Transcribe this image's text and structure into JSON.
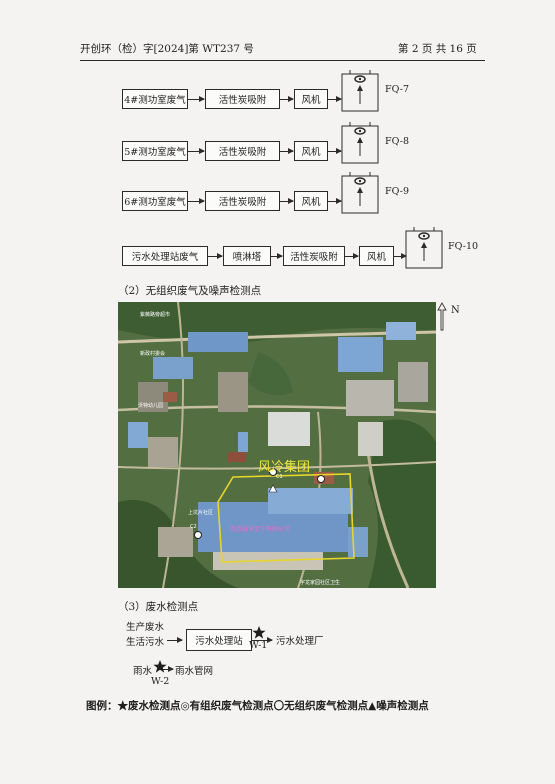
{
  "header": {
    "left": "开创环（检）字[2024]第 WT237 号",
    "right": "第 2 页 共 16 页"
  },
  "flows": [
    {
      "source": "4#测功室废气",
      "treat": "活性炭吸附",
      "fan": "风机",
      "outlet": "FQ-7"
    },
    {
      "source": "5#测功室废气",
      "treat": "活性炭吸附",
      "fan": "风机",
      "outlet": "FQ-8"
    },
    {
      "source": "6#测功室废气",
      "treat": "活性炭吸附",
      "fan": "风机",
      "outlet": "FQ-9"
    }
  ],
  "flow4": {
    "source": "污水处理站废气",
    "step1": "喷淋塔",
    "step2": "活性炭吸附",
    "fan": "风机",
    "outlet": "FQ-10"
  },
  "section2": {
    "title": "（2）无组织废气及噪声检测点"
  },
  "map": {
    "north": "N",
    "label_main": "风冷集团",
    "labels": [
      "紫薇路旁超市",
      "新政村委会",
      "沃特幼儿园",
      "上坑片社区",
      "宇龙家园社区卫生",
      "C1",
      "C2"
    ],
    "factory_label": "南京威孚金宁有限公司"
  },
  "section3": {
    "title": "（3）废水检测点"
  },
  "wastewater": {
    "in_line1": "生产废水",
    "in_line2": "生活污水",
    "station": "污水处理站",
    "point1": "W-1",
    "dest1": "污水处理厂",
    "rain_in": "雨水",
    "rain_out": "雨水管网",
    "point2": "W-2"
  },
  "legend": {
    "text": "图例：★废水检测点◎有组织废气检测点〇无组织废气检测点▲噪声检测点"
  }
}
